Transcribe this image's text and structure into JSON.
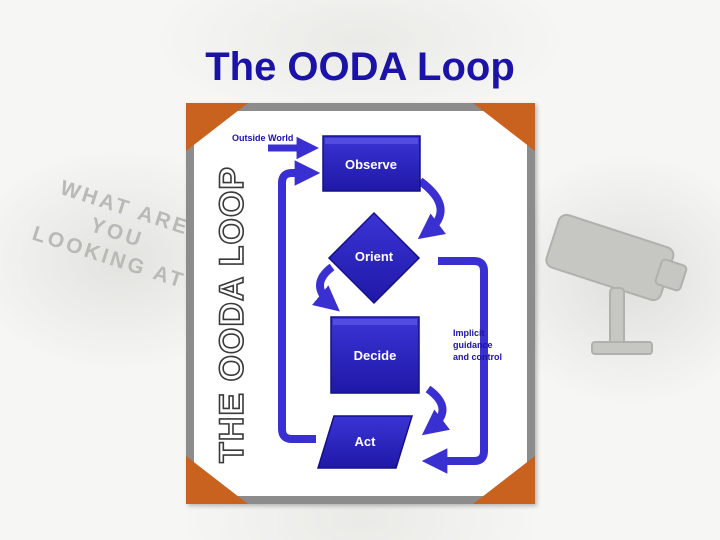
{
  "slide": {
    "title": "The OODA Loop",
    "background_text": [
      "WHAT ARE",
      "YOU",
      "LOOKING AT"
    ]
  },
  "diagram": {
    "side_title": "THE OODA LOOP",
    "outside_label": "Outside World",
    "nodes": {
      "observe": "Observe",
      "orient": "Orient",
      "decide": "Decide",
      "act": "Act"
    },
    "feedback_label": [
      "Implicit",
      "guidance",
      "and control"
    ]
  },
  "colors": {
    "title": "#1b12a8",
    "node_fill": "#2a22c2",
    "arrow": "#3a2fd0",
    "corner": "#c8621e"
  },
  "icons": {
    "camera": "security-camera-icon"
  }
}
